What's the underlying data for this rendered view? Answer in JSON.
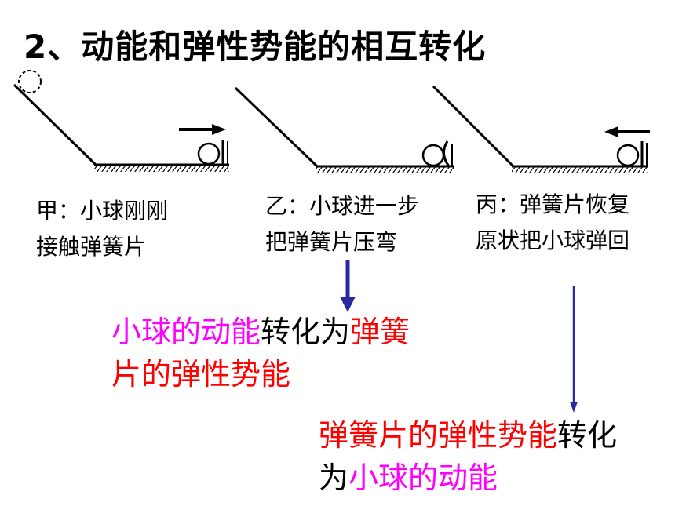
{
  "title": "2、动能和弹性势能的相互转化",
  "captions": {
    "a": {
      "line1": "甲：小球刚刚",
      "line2": "接触弹簧片"
    },
    "b": {
      "line1": "乙：小球进一步",
      "line2": "把弹簧片压弯"
    },
    "c": {
      "line1": "丙：弹簧片恢复",
      "line2": "原状把小球弹回"
    }
  },
  "statement1": {
    "part1": "小球的动能",
    "part2": "转化为",
    "part3": "弹簧",
    "part4": "片的弹性势能"
  },
  "statement2": {
    "part1": "弹簧片的弹性势能",
    "part2": "转化",
    "part3": "为",
    "part4": "小球的动能"
  },
  "colors": {
    "pink": "#ff00ff",
    "red": "#ff0000",
    "arrow_blue": "#2a2aa0"
  }
}
